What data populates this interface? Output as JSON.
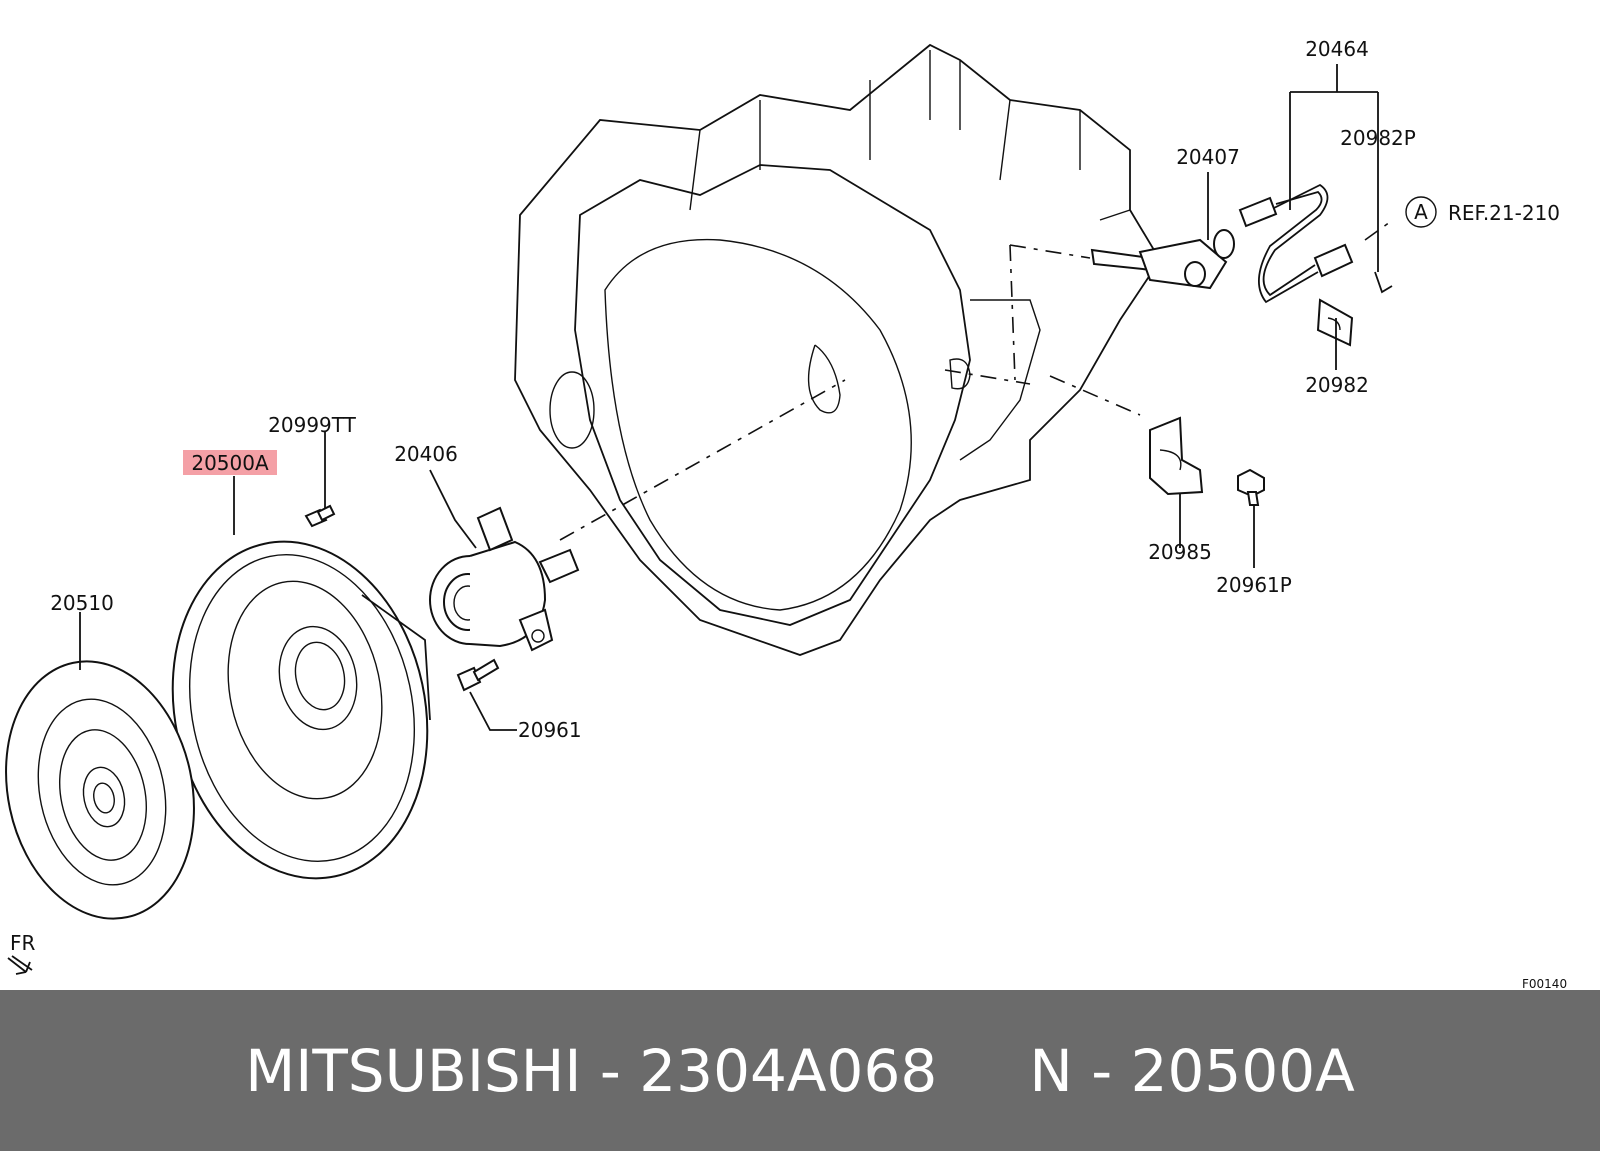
{
  "diagram": {
    "labels": {
      "p20464": "20464",
      "p20982P": "20982P",
      "p20407": "20407",
      "ref_circle": "A",
      "ref_text": "REF.21-210",
      "p20982": "20982",
      "p20999TT": "20999TT",
      "p20500A": "20500A",
      "p20406": "20406",
      "p20510": "20510",
      "p20985": "20985",
      "p20961P": "20961P",
      "p20961": "20961",
      "fr": "FR",
      "code": "F00140"
    },
    "highlight_color": "#f4a0a6"
  },
  "footer": {
    "text": "MITSUBISHI - 2304A068     N - 20500A",
    "background": "#6b6b6b",
    "text_color": "#ffffff"
  }
}
